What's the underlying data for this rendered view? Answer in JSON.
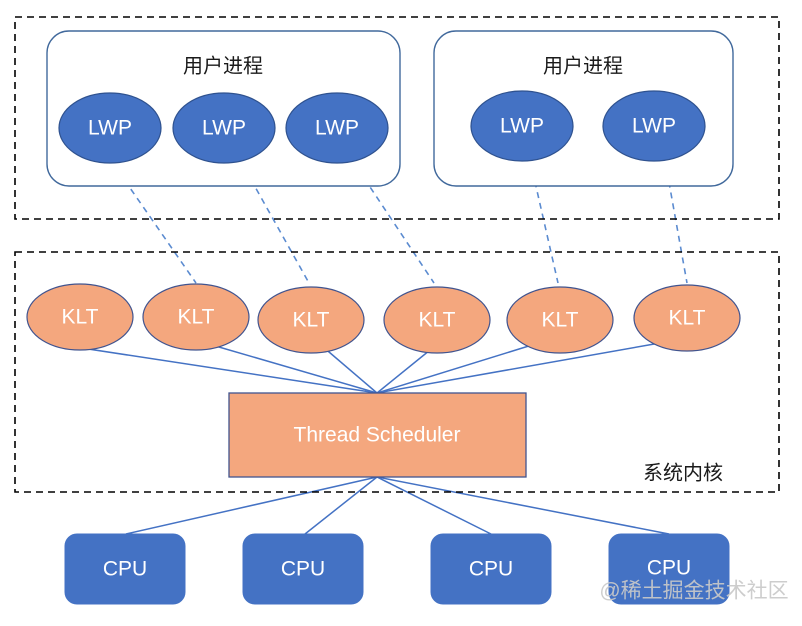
{
  "diagram": {
    "title": "LWP to KLT thread mapping with kernel thread scheduler",
    "colors": {
      "lwp_fill": "#4472C4",
      "lwp_stroke": "#2F528F",
      "klt_fill": "#F4A77E",
      "klt_stroke": "#41548F",
      "scheduler_fill": "#F4A77E",
      "scheduler_stroke": "#41548F",
      "cpu_fill": "#4472C4",
      "cpu_stroke": "#4472C4",
      "container_stroke": "#41699C",
      "dashed_stroke": "#000000",
      "solid_link": "#4472C4",
      "dashed_link": "#5B8BD0",
      "label_text": "#1A1A1A",
      "shape_text": "#FFFFFF",
      "watermark_text": "#C9C9C9"
    },
    "user_space": {
      "region_name": "user-space-region",
      "processes": [
        {
          "title": "用户进程",
          "threads": [
            {
              "label": "LWP"
            },
            {
              "label": "LWP"
            },
            {
              "label": "LWP"
            }
          ]
        },
        {
          "title": "用户进程",
          "threads": [
            {
              "label": "LWP"
            },
            {
              "label": "LWP"
            }
          ]
        }
      ]
    },
    "kernel_space": {
      "region_label": "系统内核",
      "kernel_threads": [
        {
          "label": "KLT"
        },
        {
          "label": "KLT"
        },
        {
          "label": "KLT"
        },
        {
          "label": "KLT"
        },
        {
          "label": "KLT"
        },
        {
          "label": "KLT"
        }
      ],
      "scheduler": {
        "label": "Thread Scheduler"
      }
    },
    "hardware": {
      "cpus": [
        {
          "label": "CPU"
        },
        {
          "label": "CPU"
        },
        {
          "label": "CPU"
        },
        {
          "label": "CPU"
        }
      ]
    },
    "watermark": {
      "text": "@稀土掘金技术社区"
    }
  }
}
